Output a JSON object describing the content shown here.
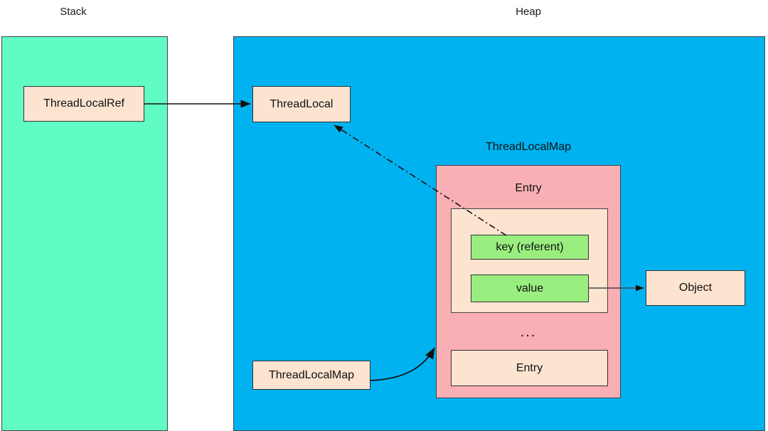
{
  "diagram": {
    "title_stack": "Stack",
    "title_heap": "Heap",
    "regions": [
      {
        "name": "stack",
        "label": "Stack",
        "color": "#61FCC4"
      },
      {
        "name": "heap",
        "label": "Heap",
        "color": "#00B2F0"
      }
    ],
    "map_label": "ThreadLocalMap",
    "map_color": "#F9AFB3",
    "entry_label": "Entry",
    "entry_inner_color": "#FCE4D0",
    "slots": [
      {
        "name": "key",
        "label": "key (referent)",
        "color": "#9AEE7F"
      },
      {
        "name": "value",
        "label": "value",
        "color": "#9AEE7F"
      }
    ],
    "ellipsis": "...",
    "entry_second_label": "Entry",
    "boxes": [
      {
        "name": "thread-local-ref",
        "label": "ThreadLocalRef",
        "color": "#FCE4D0"
      },
      {
        "name": "thread-local",
        "label": "ThreadLocal",
        "color": "#FCE4D0"
      },
      {
        "name": "thread-local-map-ref",
        "label": "ThreadLocalMap",
        "color": "#FCE4D0"
      },
      {
        "name": "object",
        "label": "Object",
        "color": "#FCE4D0"
      }
    ],
    "arrows": [
      {
        "name": "ref-to-threadlocal",
        "style": "solid",
        "from": "ThreadLocalRef",
        "to": "ThreadLocal"
      },
      {
        "name": "key-to-threadlocal",
        "style": "dash-dot",
        "from": "key (referent)",
        "to": "ThreadLocal"
      },
      {
        "name": "value-to-object",
        "style": "solid",
        "from": "value",
        "to": "Object"
      },
      {
        "name": "map-to-entry-table",
        "style": "curved-solid",
        "from": "ThreadLocalMap",
        "to": "Entry table"
      }
    ]
  }
}
